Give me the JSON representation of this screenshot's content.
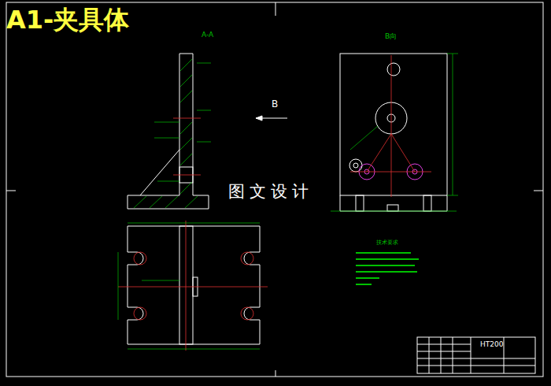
{
  "diagram": {
    "title": "A1-夹具体",
    "labels": [
      "A-A",
      "B",
      "B向",
      "图文设计",
      "HT200",
      "技术要求"
    ]
  }
}
